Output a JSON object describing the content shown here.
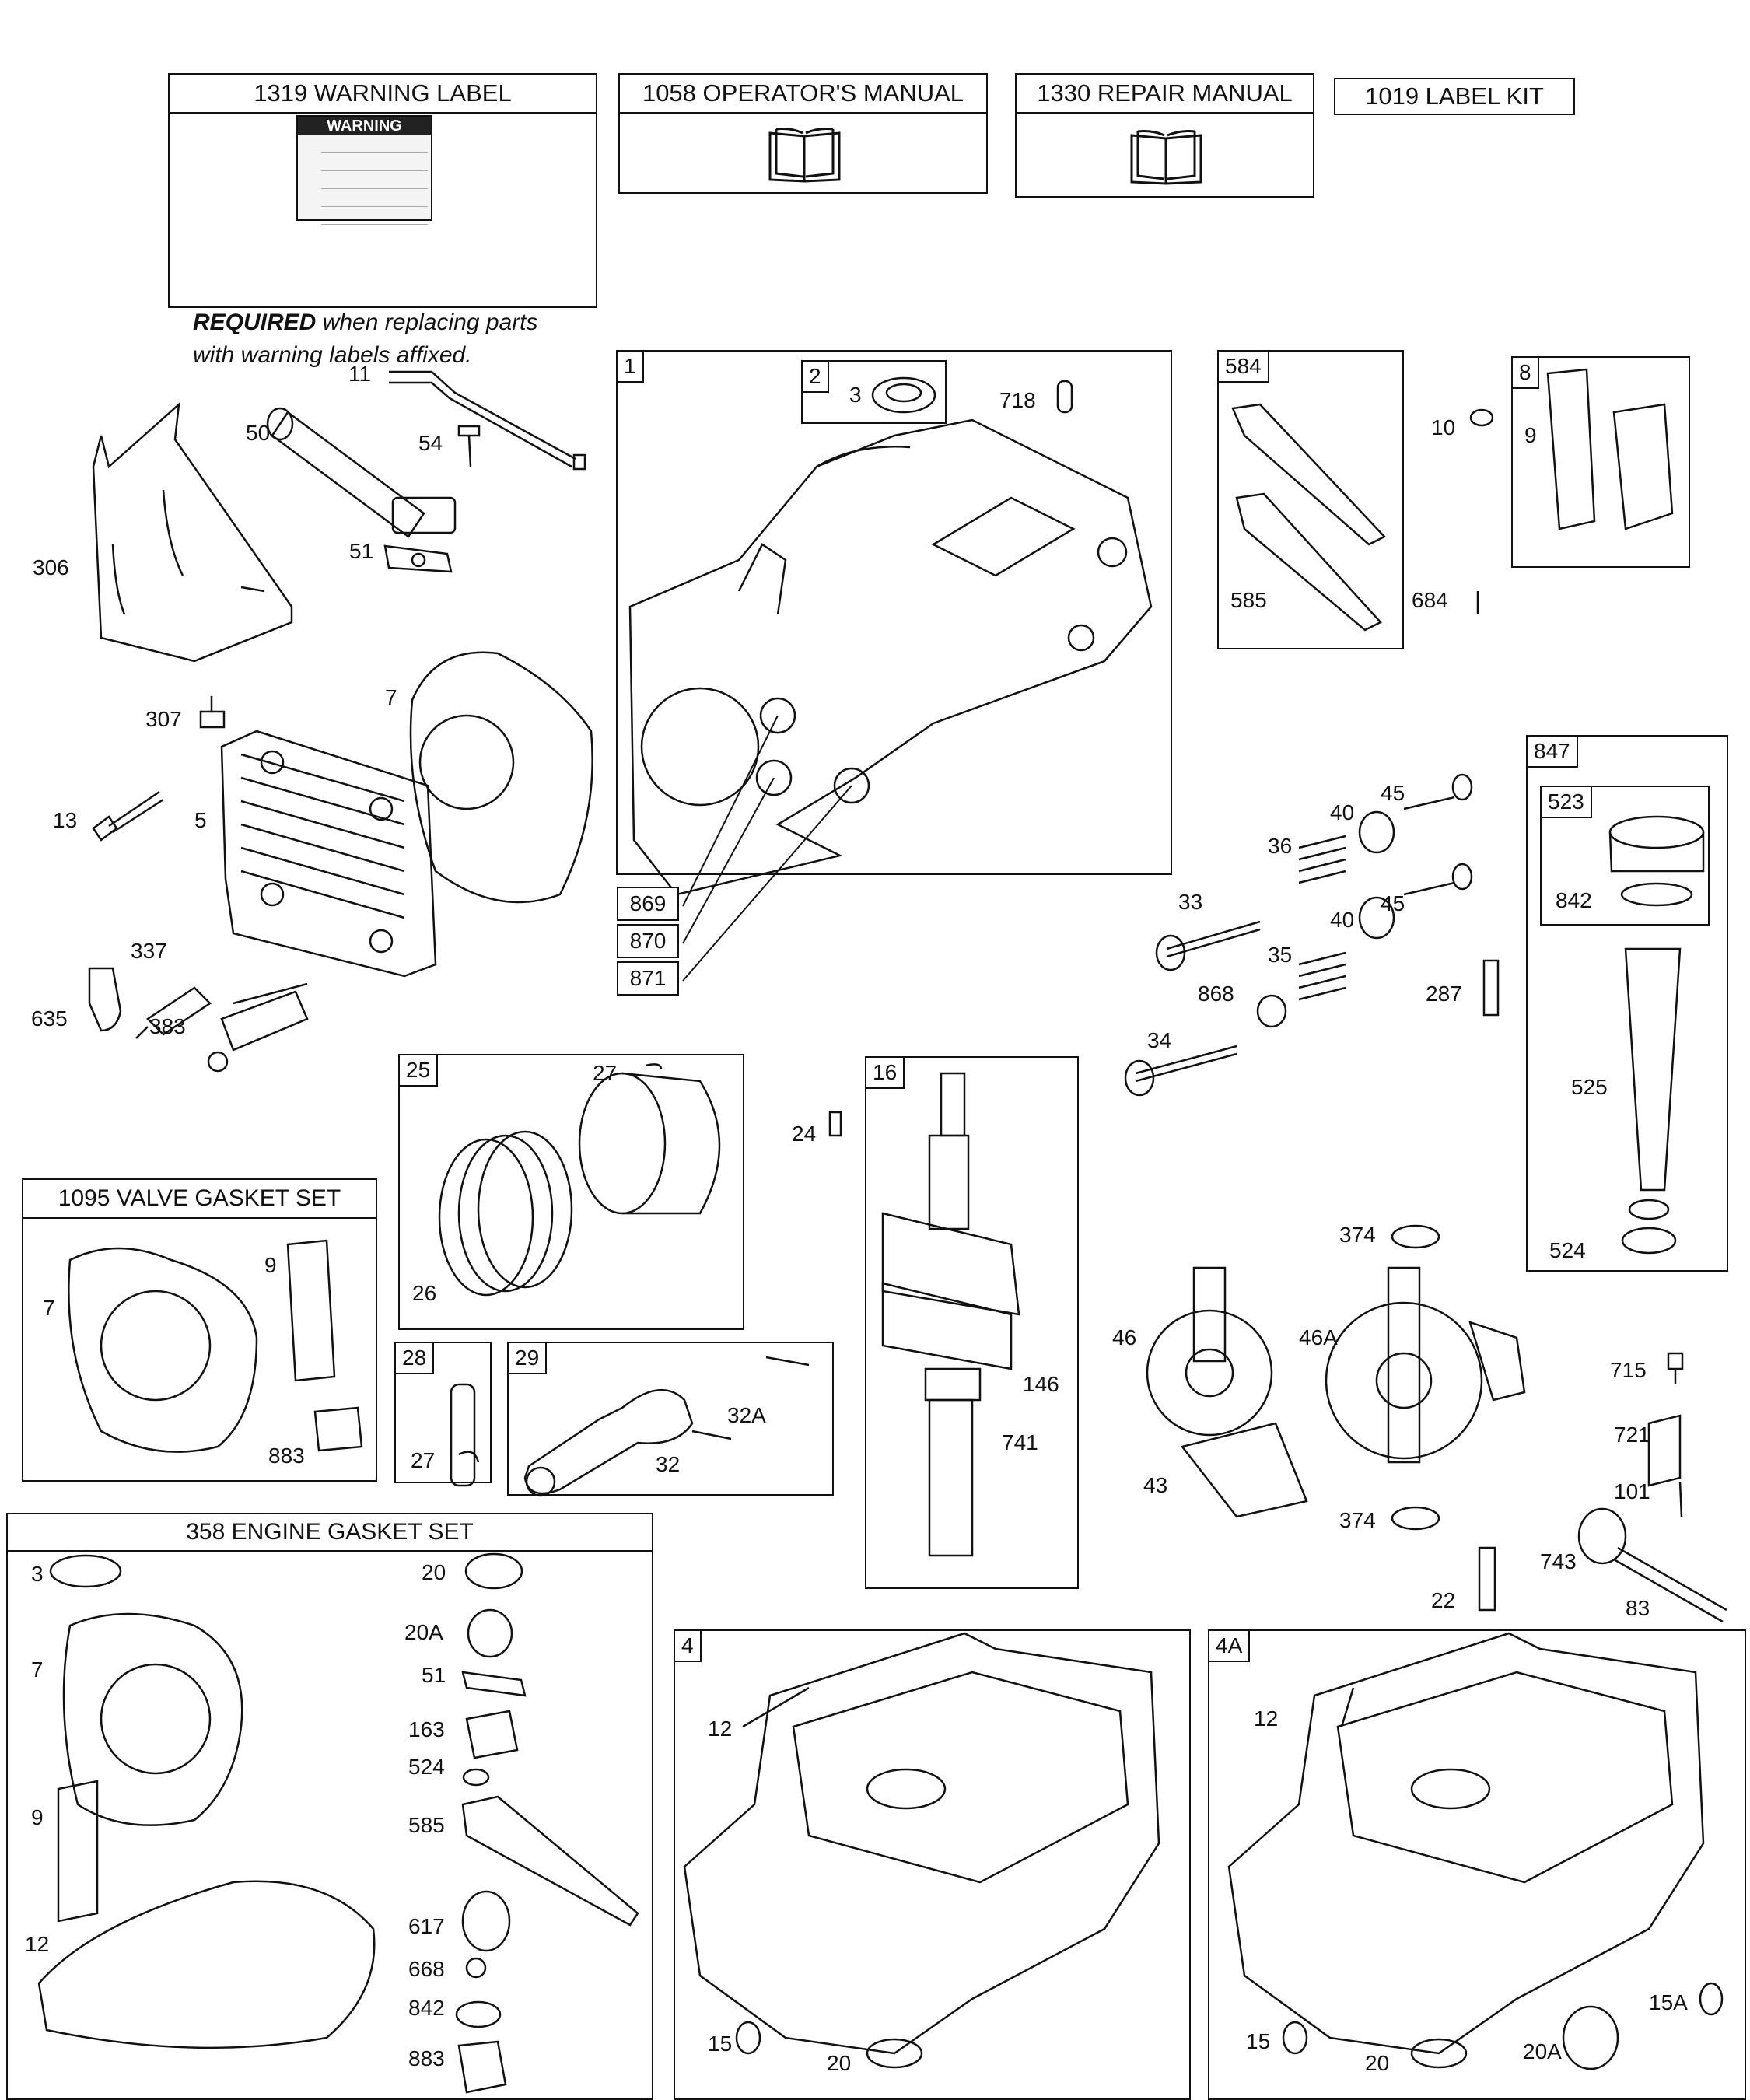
{
  "header": {
    "warning_label": {
      "title": "1319 WARNING LABEL",
      "tag_text": "WARNING",
      "note_bold": "REQUIRED",
      "note_rest": " when replacing parts",
      "note_line2": "with warning labels affixed."
    },
    "operators_manual": {
      "title": "1058 OPERATOR'S MANUAL"
    },
    "repair_manual": {
      "title": "1330 REPAIR MANUAL"
    },
    "label_kit": {
      "title": "1019 LABEL KIT"
    }
  },
  "boxes": {
    "crankcase": "1",
    "seal_group": "2",
    "gasket_group": "584",
    "breather_group": "8",
    "dipstick_tube": "847",
    "dipstick": "523",
    "piston_group": "25",
    "crankshaft": "16",
    "pin_group": "28",
    "rod_group": "29",
    "sump": "4",
    "sump_alt": "4A"
  },
  "valve_gasket_set": {
    "title": "1095 VALVE GASKET SET",
    "labels": [
      "7",
      "9",
      "883"
    ]
  },
  "engine_gasket_set": {
    "title": "358 ENGINE GASKET SET",
    "left_labels": [
      "3",
      "7",
      "9",
      "12"
    ],
    "right_labels": [
      "20",
      "20A",
      "51",
      "163",
      "524",
      "585",
      "617",
      "668",
      "842",
      "883"
    ]
  },
  "callouts": [
    "869",
    "870",
    "871"
  ],
  "labels": {
    "p11": "11",
    "p50": "50",
    "p54": "54",
    "p51": "51",
    "p306": "306",
    "p307": "307",
    "p7": "7",
    "p13": "13",
    "p5": "5",
    "p337": "337",
    "p635": "635",
    "p383": "383",
    "p3": "3",
    "p718": "718",
    "p10": "10",
    "p9": "9",
    "p585": "585",
    "p684": "684",
    "p45a": "45",
    "p40a": "40",
    "p36": "36",
    "p33": "33",
    "p45b": "45",
    "p40b": "40",
    "p35": "35",
    "p868": "868",
    "p287": "287",
    "p34": "34",
    "p842": "842",
    "p525": "525",
    "p524": "524",
    "p27a": "27",
    "p26": "26",
    "p24": "24",
    "p27b": "27",
    "p32a": "32A",
    "p32": "32",
    "p146": "146",
    "p741": "741",
    "p374a": "374",
    "p46": "46",
    "p46a": "46A",
    "p43": "43",
    "p374b": "374",
    "p715": "715",
    "p721": "721",
    "p101": "101",
    "p743": "743",
    "p22": "22",
    "p83": "83",
    "p12a": "12",
    "p15a": "15",
    "p20a": "20",
    "p12b": "12",
    "p15b": "15",
    "p20b": "20",
    "p20Ab": "20A",
    "p15Ab": "15A"
  }
}
